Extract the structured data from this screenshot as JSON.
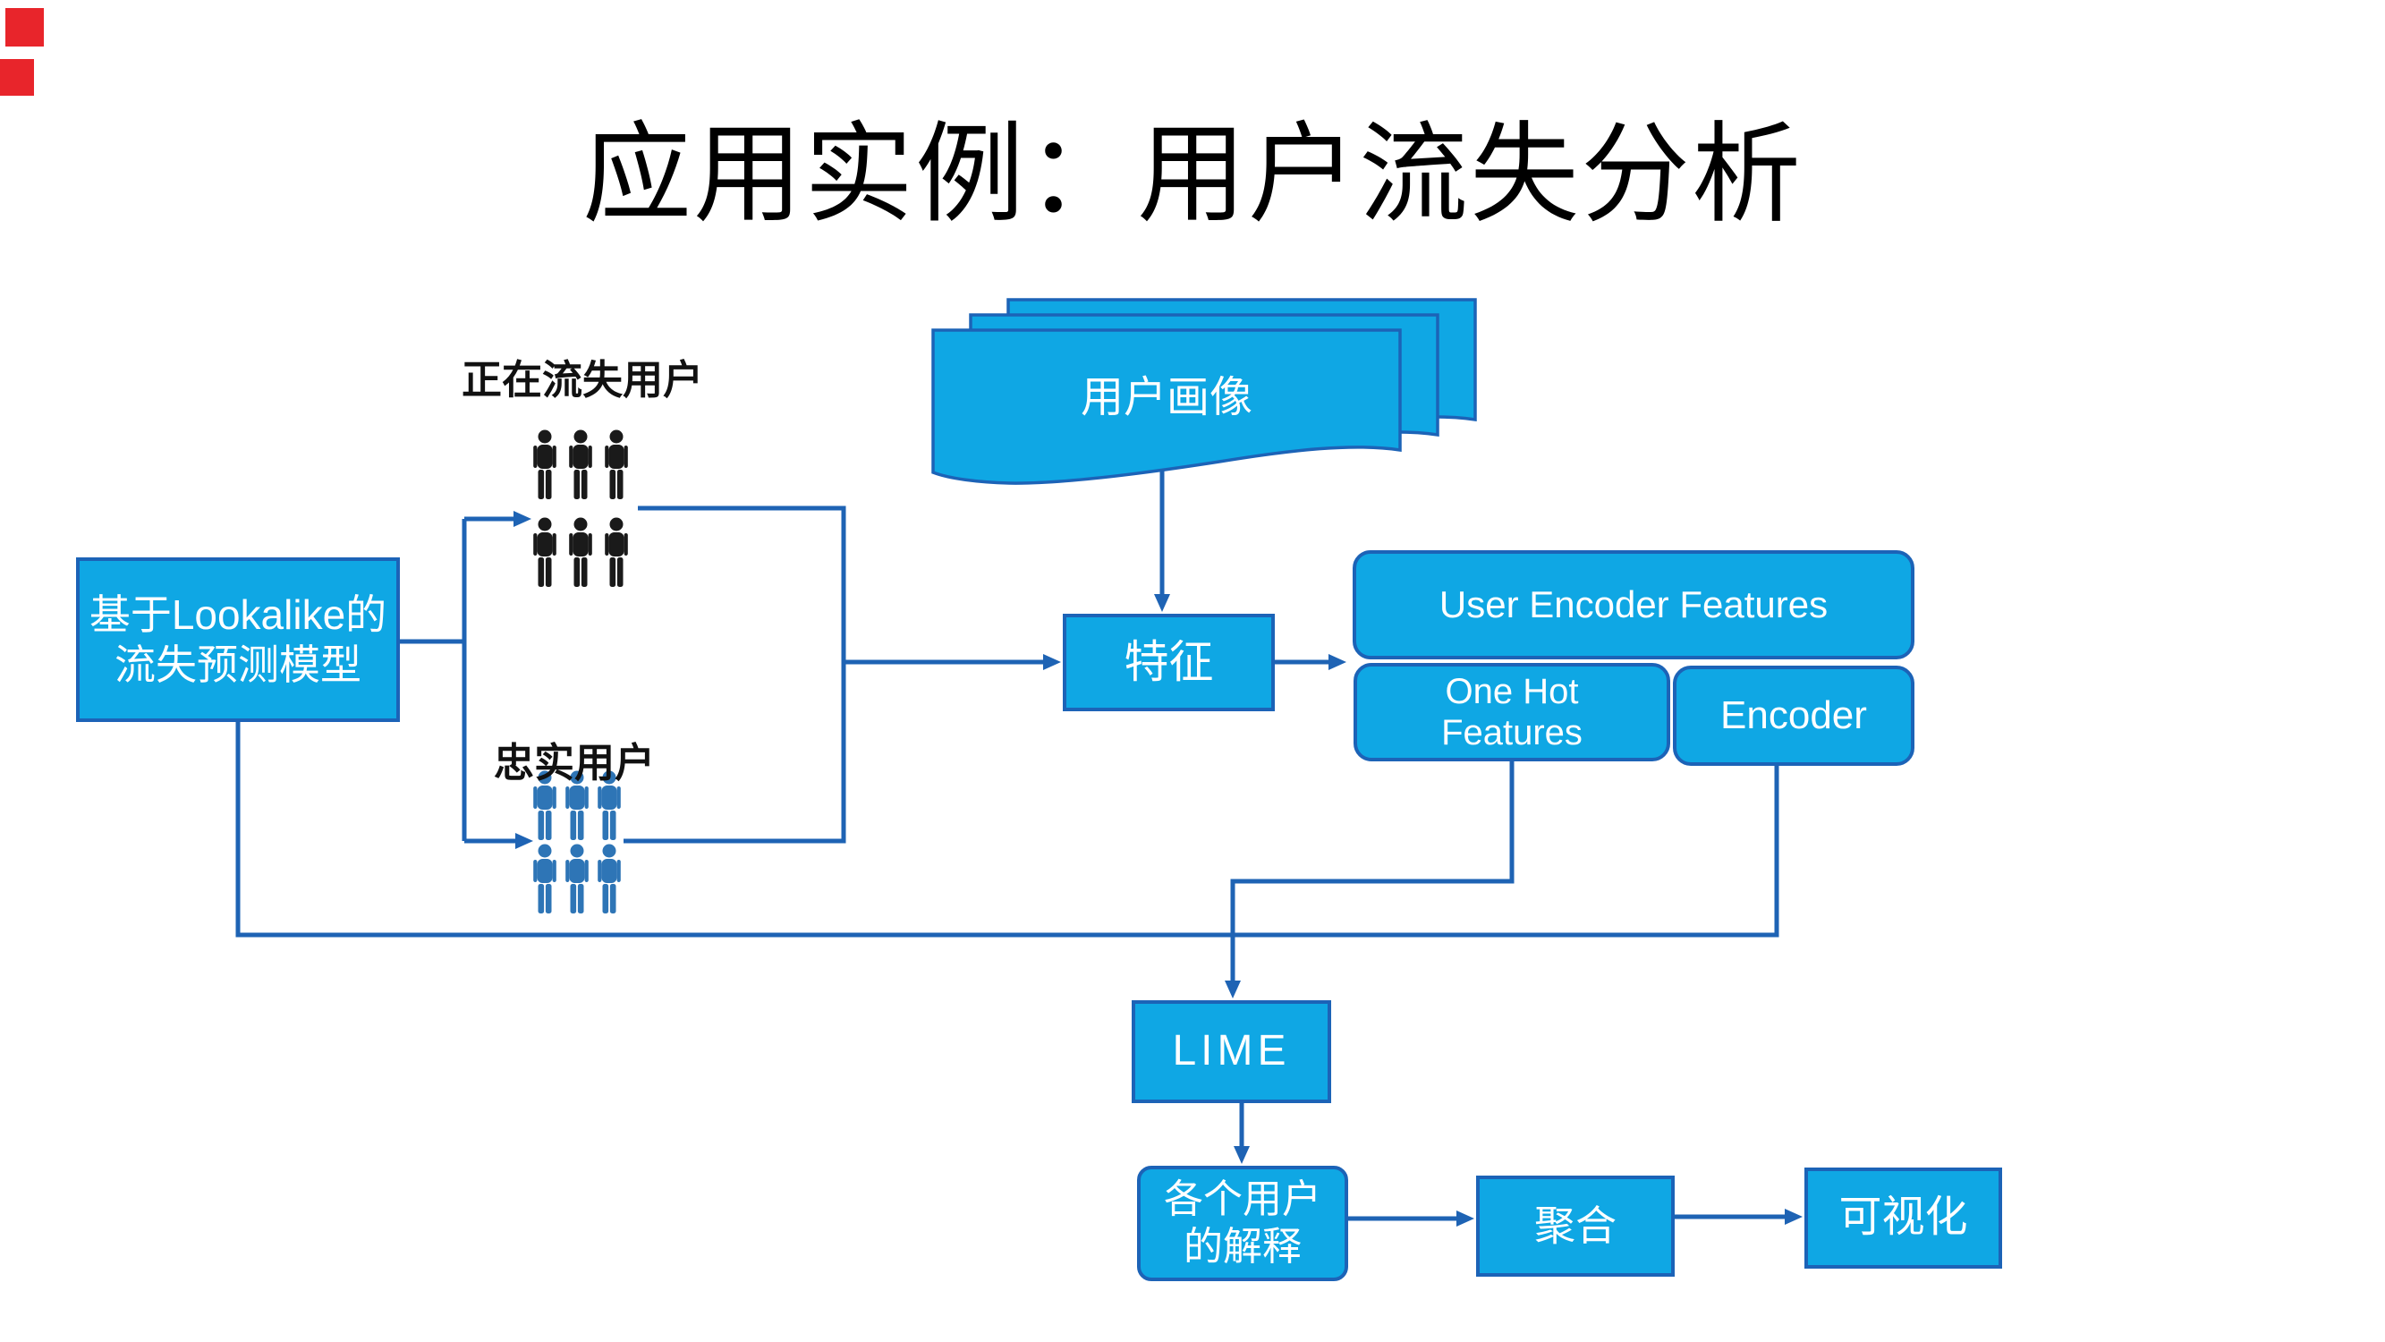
{
  "slide": {
    "title": "应用实例：用户流失分析"
  },
  "colors": {
    "node_fill": "#0fa7e4",
    "node_border": "#1c63b7",
    "connector": "#1e63b4",
    "churning_icon_color": "#1a1a1a",
    "loyal_icon_color": "#2e75b6",
    "marker_red": "#e8252b",
    "node_text": "#ffffff",
    "title_text": "#000000"
  },
  "nodes": {
    "model": {
      "line1": "基于Lookalike的",
      "line2": "流失预测模型"
    },
    "churning_label": "正在流失用户",
    "loyal_label": "忠实用户",
    "profile": "用户画像",
    "feature": "特征",
    "user_encoder_features": "User Encoder Features",
    "one_hot": {
      "line1": "One Hot",
      "line2": "Features"
    },
    "encoder": "Encoder",
    "lime": "LIME",
    "explanation": {
      "line1": "各个用户",
      "line2": "的解释"
    },
    "aggregation": "聚合",
    "visualization": "可视化"
  }
}
